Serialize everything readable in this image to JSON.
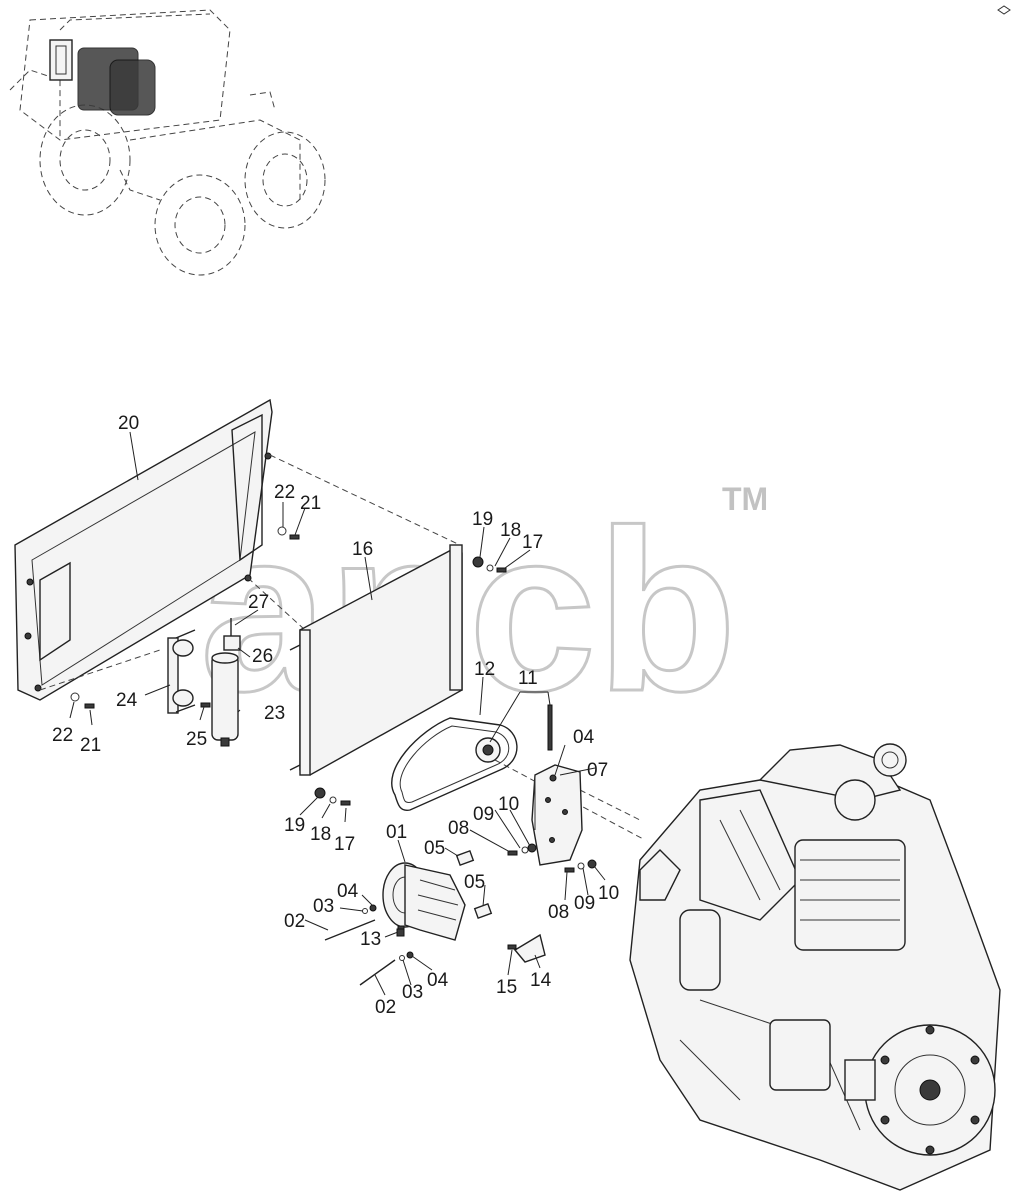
{
  "watermark": {
    "text": "ancb",
    "tm": "TM"
  },
  "callouts": [
    {
      "id": "c20",
      "text": "20"
    },
    {
      "id": "c22a",
      "text": "22"
    },
    {
      "id": "c21a",
      "text": "21"
    },
    {
      "id": "c19a",
      "text": "19"
    },
    {
      "id": "c18a",
      "text": "18"
    },
    {
      "id": "c17a",
      "text": "17"
    },
    {
      "id": "c16",
      "text": "16"
    },
    {
      "id": "c27",
      "text": "27"
    },
    {
      "id": "c26",
      "text": "26"
    },
    {
      "id": "c24",
      "text": "24"
    },
    {
      "id": "c23",
      "text": "23"
    },
    {
      "id": "c25",
      "text": "25"
    },
    {
      "id": "c22b",
      "text": "22"
    },
    {
      "id": "c21b",
      "text": "21"
    },
    {
      "id": "c12",
      "text": "12"
    },
    {
      "id": "c11",
      "text": "11"
    },
    {
      "id": "c04a",
      "text": "04"
    },
    {
      "id": "c07",
      "text": "07"
    },
    {
      "id": "c19b",
      "text": "19"
    },
    {
      "id": "c18b",
      "text": "18"
    },
    {
      "id": "c17b",
      "text": "17"
    },
    {
      "id": "c01",
      "text": "01"
    },
    {
      "id": "c08a",
      "text": "08"
    },
    {
      "id": "c09a",
      "text": "09"
    },
    {
      "id": "c10a",
      "text": "10"
    },
    {
      "id": "c05a",
      "text": "05"
    },
    {
      "id": "c04b",
      "text": "04"
    },
    {
      "id": "c03a",
      "text": "03"
    },
    {
      "id": "c02a",
      "text": "02"
    },
    {
      "id": "c05b",
      "text": "05"
    },
    {
      "id": "c13",
      "text": "13"
    },
    {
      "id": "c08b",
      "text": "08"
    },
    {
      "id": "c09b",
      "text": "09"
    },
    {
      "id": "c10b",
      "text": "10"
    },
    {
      "id": "c04c",
      "text": "04"
    },
    {
      "id": "c03b",
      "text": "03"
    },
    {
      "id": "c02b",
      "text": "02"
    },
    {
      "id": "c15",
      "text": "15"
    },
    {
      "id": "c14",
      "text": "14"
    }
  ]
}
